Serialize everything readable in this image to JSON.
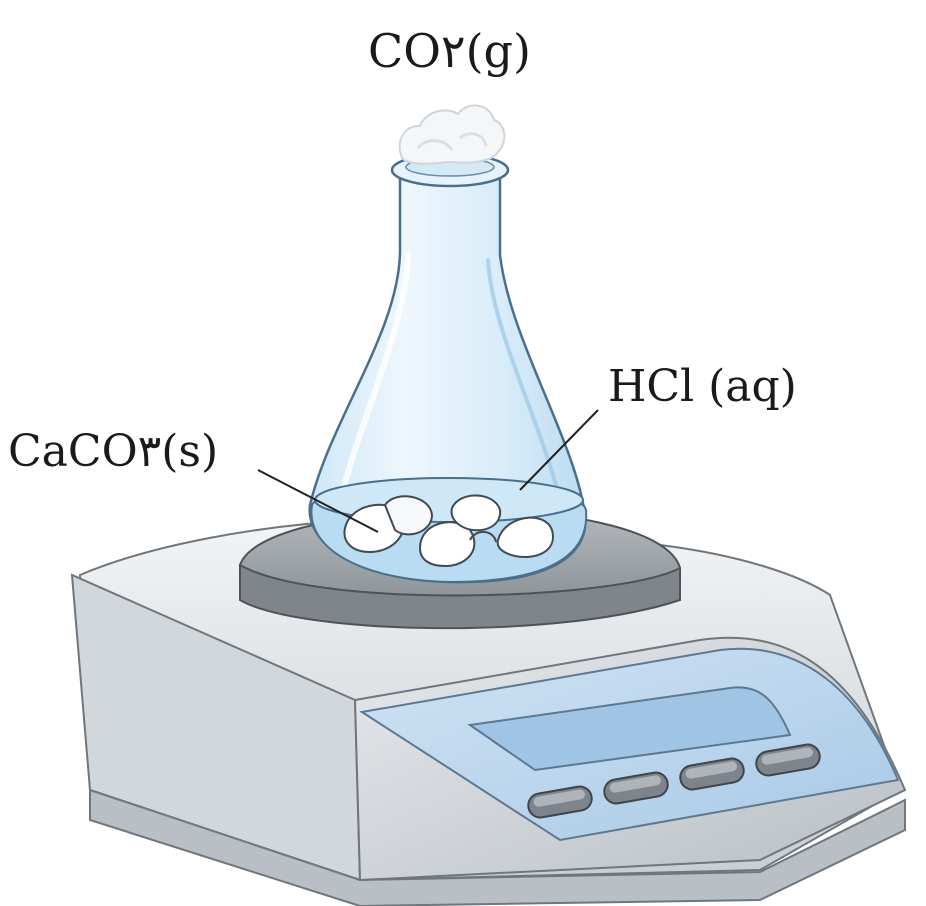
{
  "labels": {
    "gas": "CO۲(g)",
    "acid": "HCl (aq)",
    "solid": "CaCO۳(s)"
  },
  "colors": {
    "glass": "#dff0fb",
    "glass_edge": "#4a6f8c",
    "liquid": "#bfe0f5",
    "scale_body": "#e3e6e9",
    "scale_shadow": "#9aa1a8",
    "panel": "#bcd8f0",
    "display": "#a9cdea",
    "button": "#7e858c",
    "pan": "#9ea3a8"
  }
}
